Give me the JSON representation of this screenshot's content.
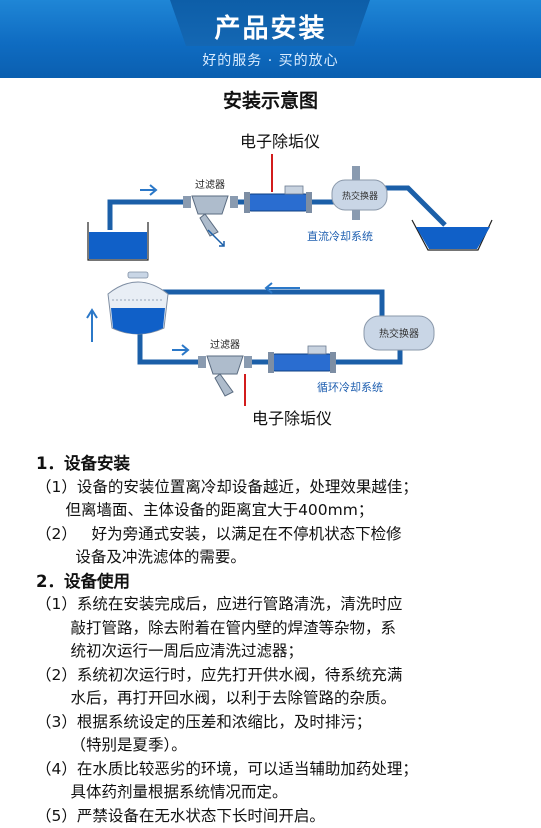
{
  "header": {
    "title": "产品安装",
    "subtitle": "好的服务 · 买的放心"
  },
  "diagram": {
    "title": "安装示意图",
    "top": {
      "descaler_label": "电子除垢仪",
      "filter_label": "过滤器",
      "exchanger_label": "热交换器",
      "system_label": "直流冷却系统"
    },
    "bottom": {
      "descaler_label": "电子除垢仪",
      "filter_label": "过滤器",
      "exchanger_label": "热交换器",
      "system_label": "循环冷却系统"
    },
    "colors": {
      "pipe": "#1b5fa8",
      "water": "#1060c8",
      "tank": "#c9d6e6",
      "descaler": "#2a6dd0"
    }
  },
  "install": {
    "heading": "1．设备安装",
    "lines": [
      "（1）设备的安装位置离冷却设备越近，处理效果越佳；",
      "      但离墙面、主体设备的距离宜大于400mm；",
      "（2）   好为旁通式安装，以满足在不停机状态下检修",
      "        设备及冲洗滤体的需要。"
    ]
  },
  "usage": {
    "heading": "2．设备使用",
    "lines": [
      "（1）系统在安装完成后，应进行管路清洗，清洗时应",
      "       敲打管路，除去附着在管内壁的焊渣等杂物，系",
      "       统初次运行一周后应清洗过滤器；",
      "（2）系统初次运行时，应先打开供水阀，待系统充满",
      "       水后，再打开回水阀，以利于去除管路的杂质。",
      "（3）根据系统设定的压差和浓缩比，及时排污；",
      "       （特别是夏季）。",
      "（4）在水质比较恶劣的环境，可以适当辅助加药处理；",
      "       具体药剂量根据系统情况而定。",
      "（5）严禁设备在无水状态下长时间开启。"
    ]
  }
}
